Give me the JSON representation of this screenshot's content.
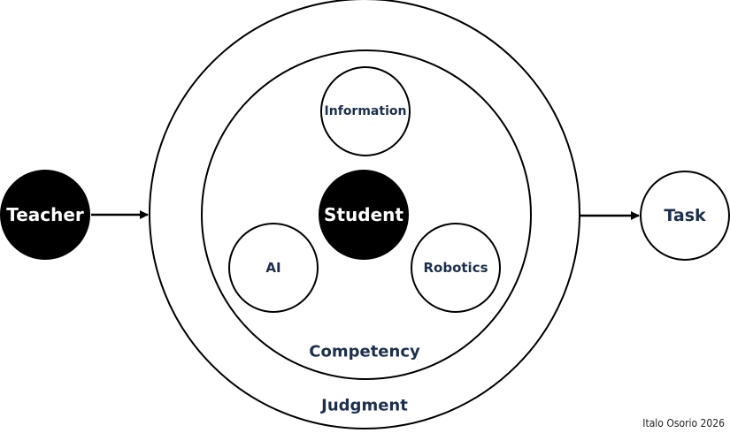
{
  "diagram": {
    "teacher": "Teacher",
    "student": "Student",
    "information": "Information",
    "ai": "AI",
    "robotics": "Robotics",
    "competency": "Competency",
    "judgment": "Judgment",
    "task": "Task"
  },
  "credit": "Italo Osorio 2026",
  "colors": {
    "text": "#1c2f4d",
    "fill_dark": "#000000",
    "stroke": "#000000"
  }
}
